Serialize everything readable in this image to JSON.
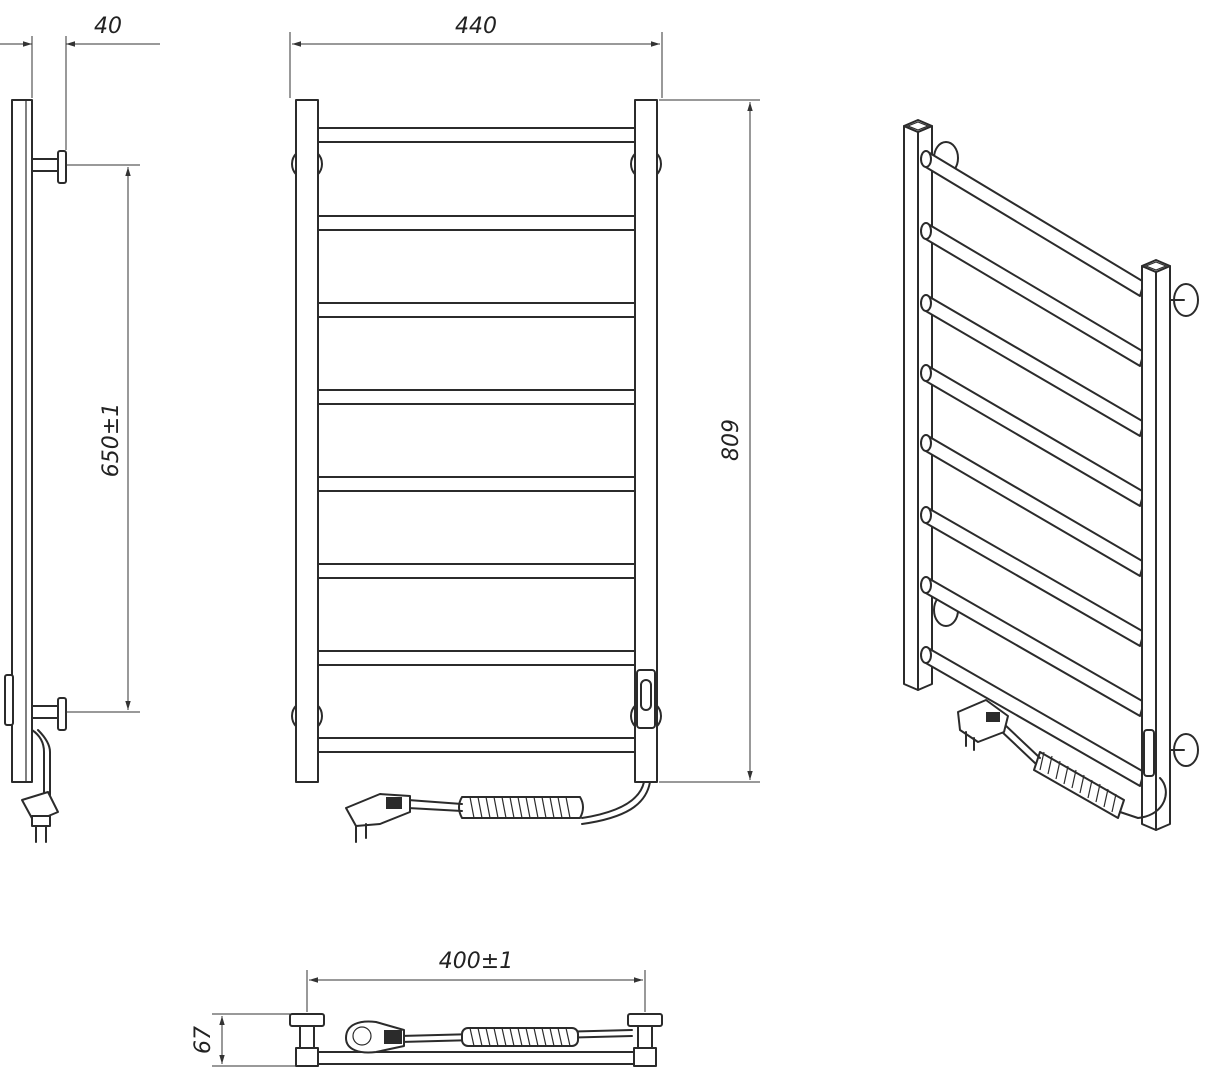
{
  "dimensions": {
    "side_depth": "40",
    "front_width": "440",
    "mount_spacing": "650±1",
    "total_height": "809",
    "top_spacing": "400±1",
    "top_depth": "67"
  },
  "colors": {
    "line": "#2b2b2b",
    "background": "#ffffff"
  },
  "views": {
    "front": {
      "bars": 8
    },
    "isometric": {
      "bars": 8
    }
  }
}
